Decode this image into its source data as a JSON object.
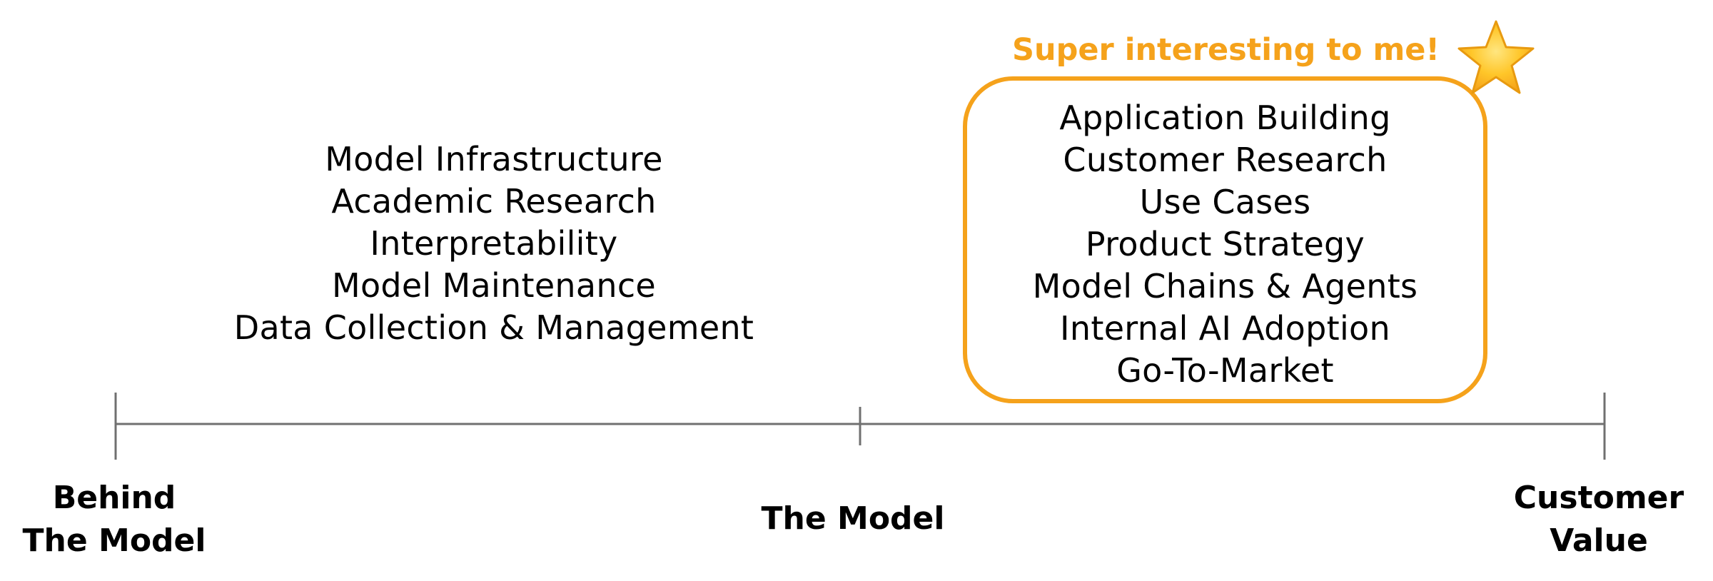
{
  "callout": "Super interesting to me!",
  "icons": {
    "callout_icon": "star-icon"
  },
  "colors": {
    "accent": "#f5a21b",
    "axis": "#707070",
    "text": "#000000"
  },
  "left_items": [
    "Model Infrastructure",
    "Academic Research",
    "Interpretability",
    "Model Maintenance",
    "Data Collection & Management"
  ],
  "right_items": [
    "Application Building",
    "Customer Research",
    "Use Cases",
    "Product Strategy",
    "Model Chains & Agents",
    "Internal AI Adoption",
    "Go-To-Market"
  ],
  "axis": {
    "left_label": [
      "Behind",
      "The Model"
    ],
    "mid_label": "The Model",
    "right_label": [
      "Customer",
      "Value"
    ]
  }
}
